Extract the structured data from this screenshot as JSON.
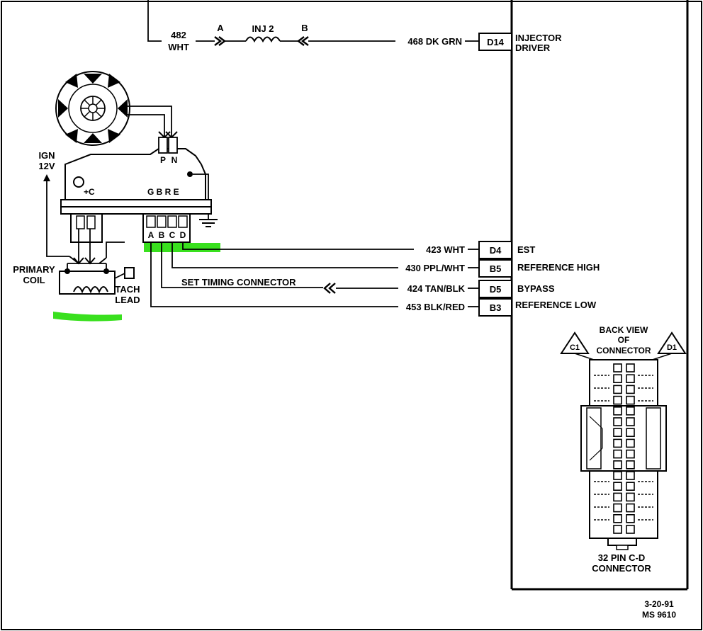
{
  "colors": {
    "line": "#000000",
    "background": "#ffffff",
    "highlight": "#39e01e"
  },
  "injector": {
    "wire_left": {
      "number": "482",
      "color": "WHT"
    },
    "connector_a": "A",
    "connector_b": "B",
    "component": "INJ 2",
    "wire_right": "468 DK GRN",
    "pin": "D14",
    "function_line1": "INJECTOR",
    "function_line2": "DRIVER"
  },
  "ign_module": {
    "ign_line1": "IGN",
    "ign_line2": "12V",
    "pickup_p": "P",
    "pickup_n": "N",
    "coil_terminal": "+C",
    "top_terminals": "G B R E",
    "bottom_terminals": [
      "A",
      "B",
      "C",
      "D"
    ]
  },
  "coil": {
    "label_line1": "PRIMARY",
    "label_line2": "COIL",
    "tach_line1": "TACH",
    "tach_line2": "LEAD"
  },
  "circuits": [
    {
      "wire": "423 WHT",
      "pin": "D4",
      "function": "EST"
    },
    {
      "wire": "430 PPL/WHT",
      "pin": "B5",
      "function": "REFERENCE HIGH"
    },
    {
      "wire": "424 TAN/BLK",
      "pin": "D5",
      "function": "BYPASS",
      "branch": "SET TIMING CONNECTOR"
    },
    {
      "wire": "453 BLK/RED",
      "pin": "B3",
      "function": "REFERENCE LOW"
    }
  ],
  "connector_view": {
    "title_line1": "BACK VIEW",
    "title_line2": "OF",
    "title_line3": "CONNECTOR",
    "pin_c1": "C1",
    "pin_d1": "D1",
    "name_line1": "32  PIN C-D",
    "name_line2": "CONNECTOR"
  },
  "footer": {
    "date": "3-20-91",
    "code": "MS 9610"
  }
}
